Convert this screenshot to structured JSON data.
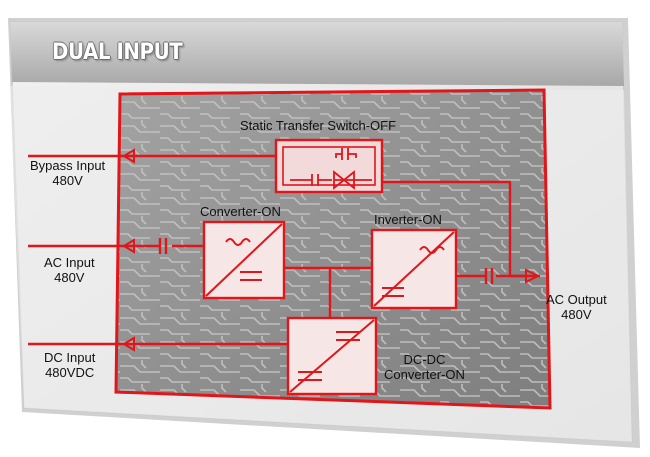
{
  "title": "DUAL INPUT",
  "labels": {
    "sts": "Static Transfer Switch-OFF",
    "bypass_line1": "Bypass Input",
    "bypass_line2": "480V",
    "ac_in_line1": "AC Input",
    "ac_in_line2": "480V",
    "dc_in_line1": "DC Input",
    "dc_in_line2": "480VDC",
    "converter": "Converter-ON",
    "inverter": "Inverter-ON",
    "ac_out_line1": "AC Output",
    "ac_out_line2": "480V",
    "dcdc_line1": "DC-DC",
    "dcdc_line2": "Converter-ON"
  },
  "colors": {
    "accent_red": "#e0161b",
    "board_gray": "#8e8e8e",
    "panel_light": "#e9e9e9"
  }
}
